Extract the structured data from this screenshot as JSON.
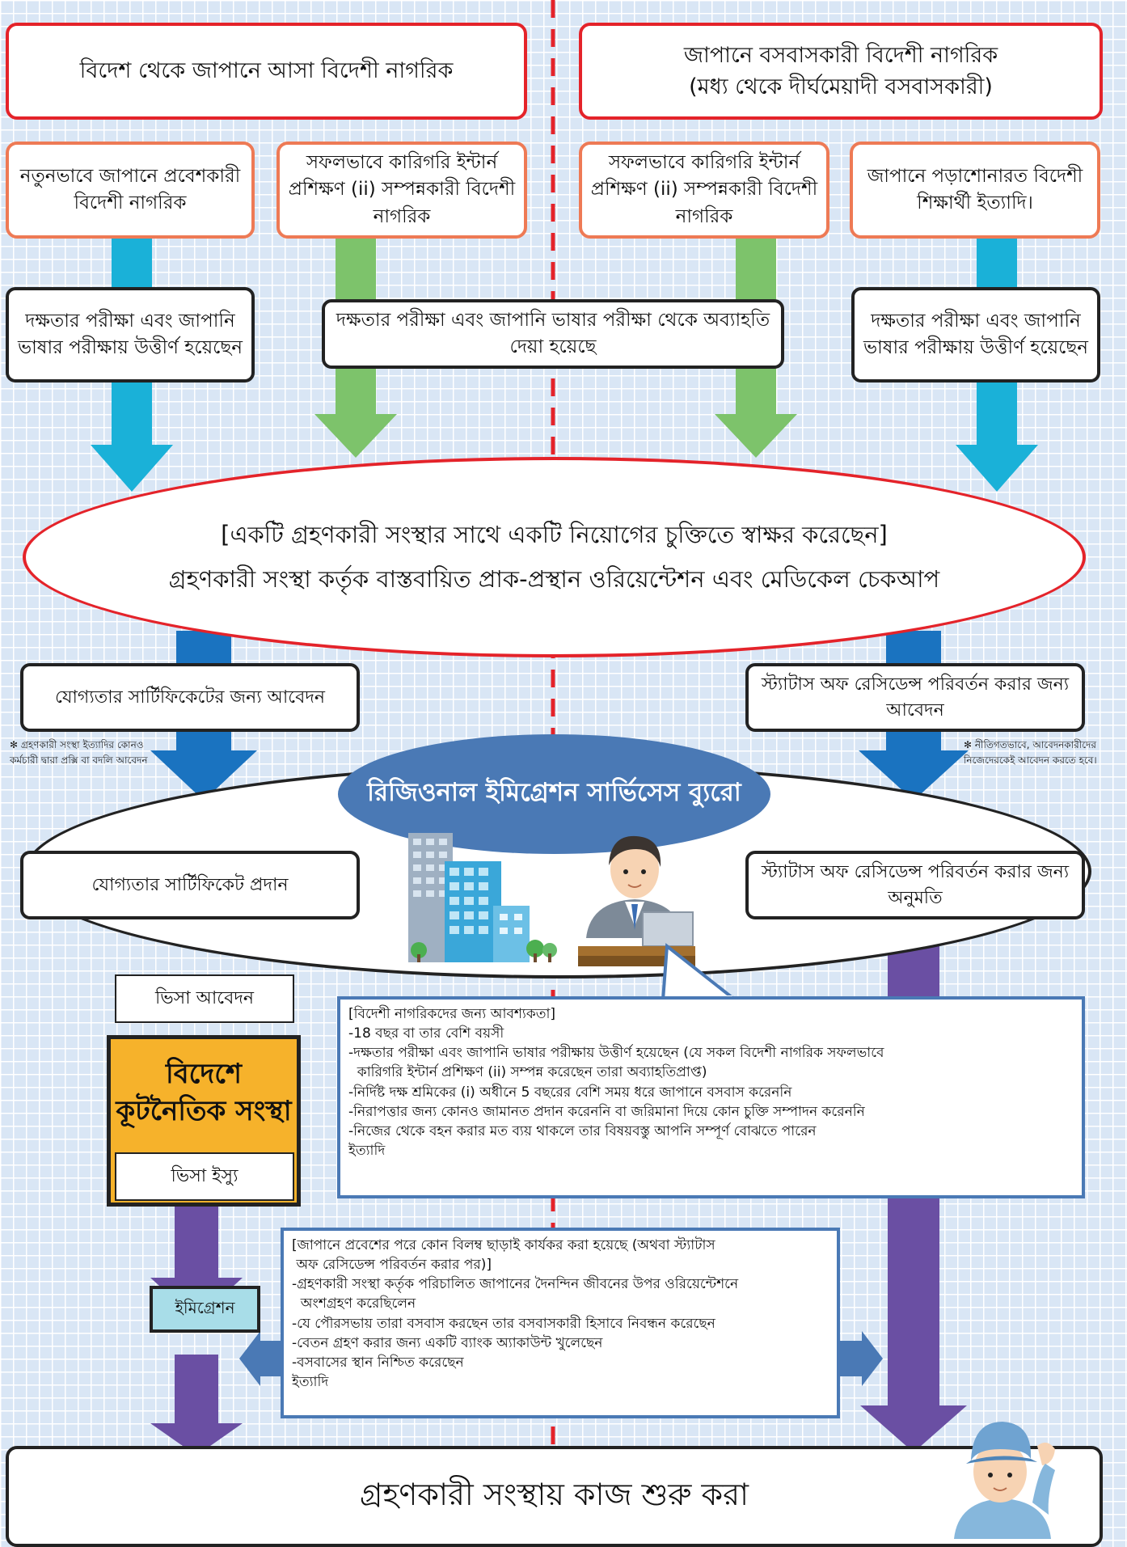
{
  "top": {
    "left_title": "বিদেশ থেকে জাপানে আসা বিদেশী নাগরিক",
    "right_title_line1": "জাপানে বসবাসকারী বিদেশী নাগরিক",
    "right_title_line2": "(মধ্য থেকে দীর্ঘমেয়াদী বসবাসকারী)"
  },
  "sources": {
    "new_entrant": "নতুনভাবে জাপানে প্রবেশকারী বিদেশী নাগরিক",
    "tit_completed": "সফলভাবে কারিগরি ইন্টার্ন প্রশিক্ষণ (ii) সম্পন্নকারী বিদেশী নাগরিক",
    "students": "জাপানে পড়াশোনারত বিদেশী শিক্ষার্থী ইত্যাদি।"
  },
  "exams": {
    "passed": "দক্ষতার পরীক্ষা এবং জাপানি ভাষার পরীক্ষায় উত্তীর্ণ হয়েছেন",
    "exempt": "দক্ষতার পরীক্ষা এবং জাপানি ভাষার পরীক্ষা থেকে অব্যাহতি দেয়া হয়েছে"
  },
  "contract": {
    "line1": "[একটি গ্রহণকারী সংস্থার সাথে একটি নিয়োগের চুক্তিতে স্বাক্ষর করেছেন]",
    "line2": "গ্রহণকারী সংস্থা কর্তৃক বাস্তবায়িত প্রাক-প্রস্থান ওরিয়েন্টেশন এবং মেডিকেল চেকআপ"
  },
  "applications": {
    "coe_apply": "যোগ্যতার সার্টিফিকেটের জন্য আবেদন",
    "status_change_apply": "স্ট্যাটাস অফ রেসিডেন্স পরিবর্তন করার জন্য আবেদন",
    "proxy_note": "✻ গ্রহণকারী সংস্থা ইত্যাদির কোনও কর্মচারী দ্বারা প্রক্সি বা বদলি আবেদন",
    "self_note": "✻ নীতিগতভাবে, আবেদনকারীদের নিজেদেরকেই আবেদন করতে হবে।"
  },
  "bureau": {
    "title": "রিজিওনাল ইমিগ্রেশন সার্ভিসেস ব্যুরো",
    "coe_issue": "যোগ্যতার সার্টিফিকেট প্রদান",
    "status_change_permit": "স্ট্যাটাস অফ রেসিডেন্স পরিবর্তন করার জন্য অনুমতি"
  },
  "visa": {
    "apply": "ভিসা আবেদন",
    "embassy": "বিদেশে কূটনৈতিক সংস্থা",
    "issue": "ভিসা ইস্যু",
    "immigration": "ইমিগ্রেশন"
  },
  "requirements": {
    "lines": [
      "[বিদেশী নাগরিকদের জন্য আবশ্যকতা]",
      "-18 বছর বা তার বেশি বয়সী",
      "-দক্ষতার পরীক্ষা এবং জাপানি ভাষার পরীক্ষায় উত্তীর্ণ হয়েছেন (যে সকল বিদেশী নাগরিক সফলভাবে",
      "  কারিগরি ইন্টার্ন প্রশিক্ষণ (ii) সম্পন্ন করেছেন তারা অব্যাহতিপ্রাপ্ত)",
      "-নির্দিষ্ট দক্ষ শ্রমিকের (i) অধীনে 5 বছরের বেশি সময় ধরে জাপানে বসবাস করেননি",
      "-নিরাপত্তার জন্য কোনও জামানত প্রদান করেননি বা জরিমানা দিয়ে কোন চুক্তি সম্পাদন করেননি",
      "-নিজের থেকে বহন করার মত ব্যয় থাকলে তার বিষয়বস্তু আপনি সম্পূর্ণ বোঝতে পারেন",
      "ইত্যাদি"
    ]
  },
  "after_entry": {
    "lines": [
      "[জাপানে প্রবেশের পরে কোন বিলম্ব ছাড়াই কার্যকর করা হয়েছে (অথবা স্ট্যাটাস",
      " অফ রেসিডেন্স পরিবর্তন করার পর)]",
      "-গ্রহণকারী সংস্থা কর্তৃক পরিচালিত জাপানের দৈনন্দিন জীবনের উপর ওরিয়েন্টেশনে",
      "  অংশগ্রহণ করেছিলেন",
      "-যে পৌরসভায় তারা বসবাস করছেন তার বসবাসকারী হিসাবে নিবন্ধন করেছেন",
      "-বেতন গ্রহণ করার জন্য একটি ব্যাংক অ্যাকাউন্ট খুলেছেন",
      "-বসবাসের স্থান নিশ্চিত করেছেন",
      "ইত্যাদি"
    ]
  },
  "final": "গ্রহণকারী সংস্থায় কাজ শুরু করা",
  "colors": {
    "red": "#e4232a",
    "orange": "#ee7a55",
    "cyan_arrow": "#1ab1d8",
    "green_arrow": "#7dc36b",
    "blue_arrow": "#1a73c0",
    "purple_arrow": "#6a4fa3",
    "embassy_yellow": "#f6b22b",
    "bureau_blue": "#4a79b5"
  }
}
